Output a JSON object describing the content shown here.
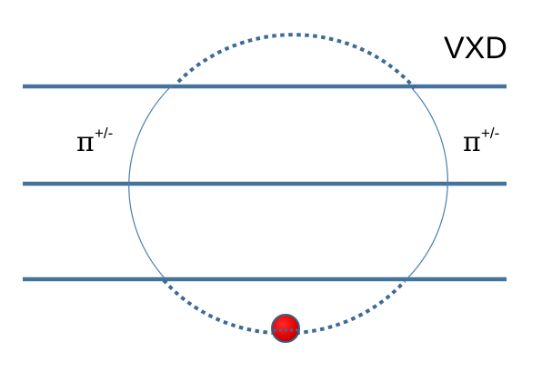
{
  "detector": {
    "label": "VXD",
    "layer_color": "#44739b",
    "layer_count": 3
  },
  "particles": {
    "left": {
      "symbol": "π",
      "charge": "+/-"
    },
    "right": {
      "symbol": "π",
      "charge": "+/-"
    }
  },
  "track": {
    "solid_color": "#4a7eb0",
    "dotted_color": "#3d6b96"
  },
  "vertex": {
    "fill_color": "#e00000",
    "stroke_color": "#34608c"
  }
}
